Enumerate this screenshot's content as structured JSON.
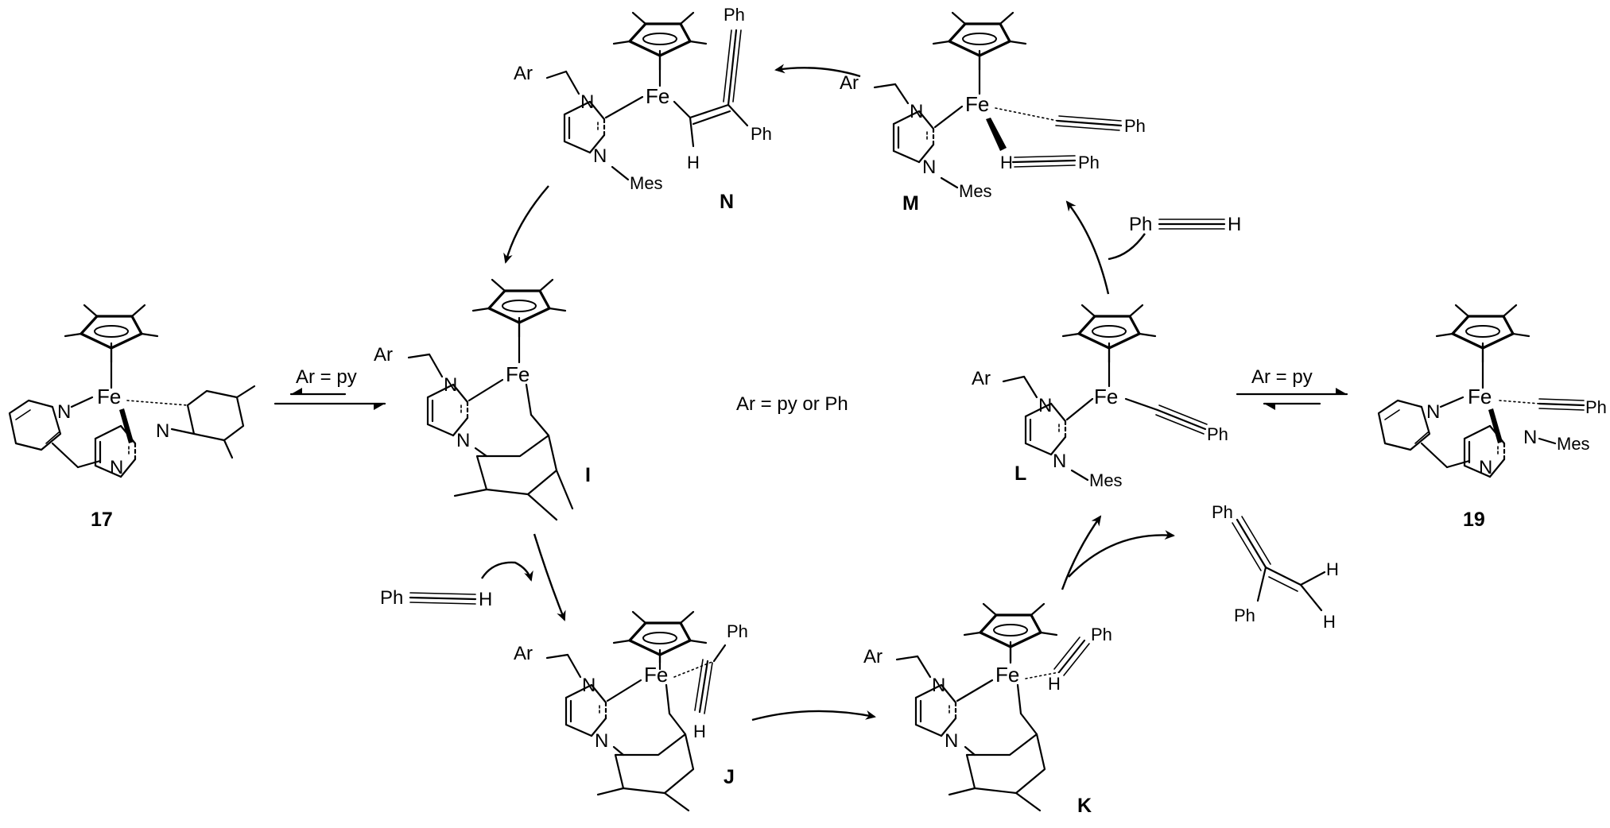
{
  "center_note": "Ar = py or Ph",
  "compounds": {
    "N": {
      "id": "N",
      "ar": "Ar",
      "ph_top": "Ph",
      "ph_side": "Ph",
      "h": "H",
      "mes": "Mes"
    },
    "M": {
      "id": "M",
      "ar": "Ar",
      "ph1": "Ph",
      "ph2": "Ph",
      "h": "H",
      "mes": "Mes"
    },
    "I": {
      "id": "I",
      "ar": "Ar"
    },
    "L": {
      "id": "L",
      "ar": "Ar",
      "ph": "Ph",
      "mes": "Mes"
    },
    "J": {
      "id": "J",
      "ar": "Ar",
      "ph": "Ph",
      "h": "H"
    },
    "K": {
      "id": "K",
      "ar": "Ar",
      "ph": "Ph",
      "h": "H"
    },
    "c17": {
      "id": "17"
    },
    "c19": {
      "id": "19",
      "ph": "Ph",
      "mes": "Mes"
    }
  },
  "equilibria": {
    "left": {
      "label": "Ar = py"
    },
    "right": {
      "label": "Ar = py"
    }
  },
  "reagents": {
    "alkyne_left": {
      "ph": "Ph",
      "h": "H"
    },
    "alkyne_right": {
      "ph": "Ph",
      "h": "H"
    }
  },
  "product_enyne": {
    "ph1": "Ph",
    "ph2": "Ph",
    "h1": "H",
    "h2": "H"
  },
  "atoms": {
    "fe": "Fe",
    "n": "N"
  }
}
